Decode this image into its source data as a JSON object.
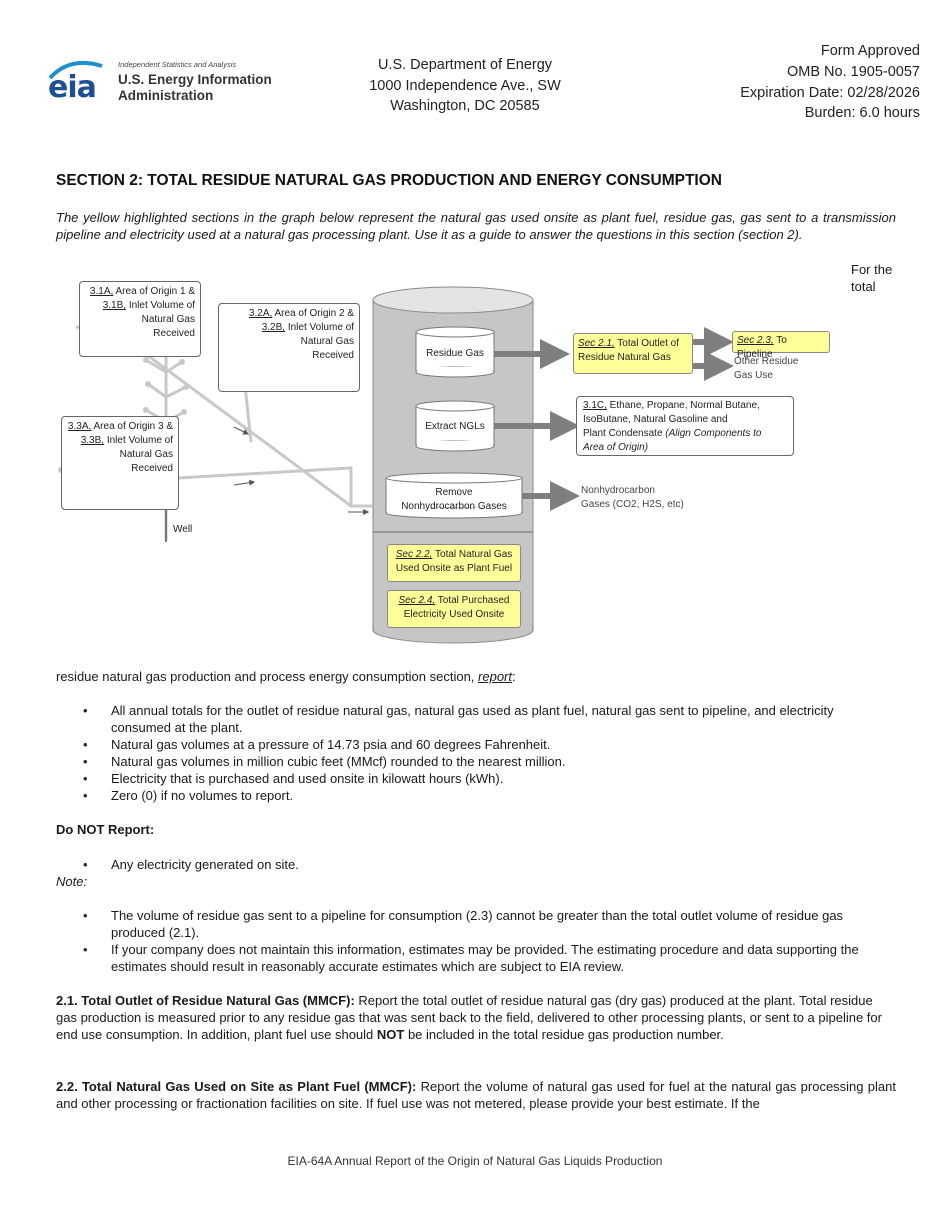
{
  "header": {
    "logo": {
      "mark": "eia",
      "tagline": "Independent Statistics and Analysis",
      "name_line1": "U.S. Energy Information",
      "name_line2": "Administration",
      "colors": {
        "brand_blue": "#1d4f91",
        "swoosh": "#1c8fd0"
      }
    },
    "center_lines": [
      "U.S. Department of Energy",
      "1000 Independence Ave., SW",
      "Washington, DC 20585"
    ],
    "right_lines": [
      "Form Approved",
      "OMB No. 1905-0057",
      "Expiration Date:  02/28/2026",
      "Burden:  6.0 hours"
    ]
  },
  "section": {
    "title": "SECTION 2:  TOTAL RESIDUE NATURAL GAS PRODUCTION AND ENERGY CONSUMPTION",
    "intro": "The yellow highlighted sections in the graph below represent the natural gas used onsite as plant fuel, residue gas, gas sent to a transmission pipeline and electricity used at a natural gas processing plant.  Use it as a guide to answer the questions in this section (section 2).",
    "for_total": "For the total",
    "continuation_before": "residue natural gas production and process energy consumption section, ",
    "continuation_link": "report",
    "continuation_after": ":"
  },
  "diagram": {
    "colors": {
      "highlight": "#ffff99",
      "pipe": "#c8c8c8",
      "cylinder": "#c6c6c6",
      "arrow": "#7f7f7f"
    },
    "origin1": {
      "ref1": "3.1A,",
      "text1": " Area of Origin 1 &",
      "ref2": "3.1B,",
      "text2": " Inlet Volume of",
      "line3": "Natural Gas",
      "line4": "Received"
    },
    "origin2": {
      "ref1": "3.2A,",
      "text1": " Area of Origin 2 &",
      "ref2": "3.2B,",
      "text2": " Inlet Volume of",
      "line3": "Natural Gas",
      "line4": "Received"
    },
    "origin3": {
      "ref1": "3.3A,",
      "text1": " Area of Origin 3 &",
      "ref2": "3.3B,",
      "text2": " Inlet Volume of",
      "line3": "Natural Gas",
      "line4": "Received"
    },
    "well_label": "Well",
    "residue_gas": "Residue Gas",
    "extract_ngls": "Extract NGLs",
    "remove_line1": "Remove",
    "remove_line2": "Nonhydrocarbon Gases",
    "sec21": {
      "ref": "Sec 2.1,",
      "text": " Total Outlet of",
      "line2": "Residue Natural Gas"
    },
    "sec23": {
      "ref": "Sec 2.3,",
      "text": " To Pipeline"
    },
    "other_residue_line1": "Other Residue",
    "other_residue_line2": "Gas Use",
    "ngl_box": {
      "ref": "3.1C,",
      "text": " Ethane, Propane, Normal Butane,",
      "line2": "IsoButane, Natural Gasoline and",
      "line3_plain": "Plant Condensate ",
      "line3_italic": "(Align Components to",
      "line4_italic": "Area of Origin)"
    },
    "nonhydro_line1": "Nonhydrocarbon",
    "nonhydro_line2": "Gases (CO2, H2S, etc)",
    "sec22": {
      "ref": "Sec 2.2,",
      "text": " Total Natural Gas",
      "line2": "Used Onsite as Plant Fuel"
    },
    "sec24": {
      "ref": "Sec 2.4,",
      "text": " Total Purchased",
      "line2": "Electricity Used Onsite"
    }
  },
  "report_bullets": [
    "All annual totals for the outlet of residue natural gas, natural gas used as plant fuel, natural gas sent to pipeline, and electricity consumed at the plant.",
    "Natural gas volumes at a pressure of 14.73 psia and 60 degrees Fahrenheit.",
    "Natural gas volumes in million cubic feet (MMcf) rounded to the nearest million.",
    "Electricity that is purchased and used onsite in kilowatt hours (kWh).",
    "Zero (0) if no volumes to report."
  ],
  "do_not_report": {
    "heading": "Do NOT Report:",
    "bullets": [
      "Any electricity generated on site."
    ]
  },
  "note": {
    "heading": "Note:",
    "bullets": [
      "The volume of residue gas sent to a pipeline for consumption (2.3) cannot be greater than the total outlet volume of residue gas produced (2.1).",
      "If your company does not maintain this information, estimates may be provided. The estimating procedure and data supporting the estimates should result in reasonably accurate estimates which are subject to EIA review."
    ]
  },
  "item_2_1": {
    "heading": "2.1. Total Outlet of Residue Natural Gas (MMCF):",
    "text_before": "  Report the total outlet of residue natural gas (dry gas) produced at the plant. Total residue gas production is measured prior to any residue gas that was sent back to the field, delivered to other processing plants, or sent to a pipeline for end use consumption. In addition, plant fuel use should ",
    "text_bold": "NOT",
    "text_after": " be included in the total residue gas production number."
  },
  "item_2_2": {
    "heading": "2.2. Total Natural Gas Used on Site as Plant Fuel (MMCF):",
    "text": "  Report the volume of natural gas used for fuel at the natural gas processing plant and other processing or fractionation facilities on site. If fuel use was not metered, please provide your best estimate. If the"
  },
  "footer": "EIA-64A Annual Report of the Origin of Natural Gas Liquids Production"
}
